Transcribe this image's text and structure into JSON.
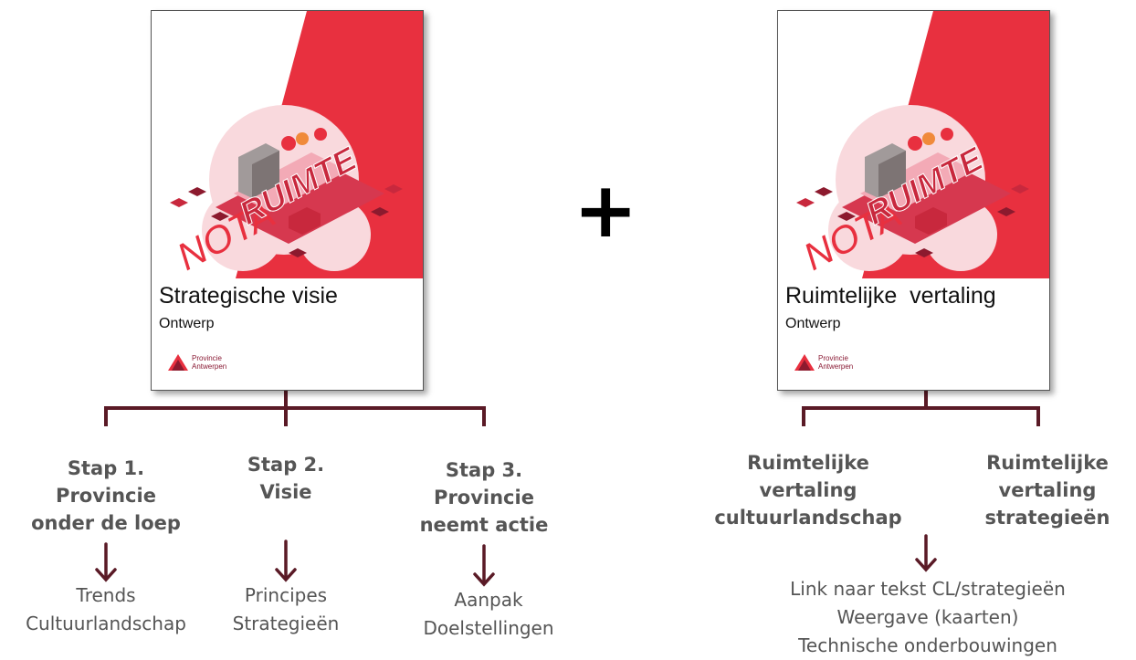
{
  "plus_sign": "+",
  "left_cover": {
    "nota_word": "NOTA",
    "ruimte_word": "RUIMTE",
    "title": "Strategische visie",
    "subtitle": "Ontwerp",
    "logo_line1": "Provincie",
    "logo_line2": "Antwerpen"
  },
  "right_cover": {
    "nota_word": "NOTA",
    "ruimte_word": "RUIMTE",
    "title": "Ruimtelijke  vertaling",
    "subtitle": "Ontwerp",
    "logo_line1": "Provincie",
    "logo_line2": "Antwerpen"
  },
  "left_steps": [
    {
      "lines": [
        "Stap 1.",
        "Provincie",
        "onder de loep"
      ],
      "results": [
        "Trends",
        "Cultuurlandschap"
      ]
    },
    {
      "lines": [
        "Stap 2.",
        "Visie"
      ],
      "results": [
        "Principes",
        "Strategieën"
      ]
    },
    {
      "lines": [
        "Stap 3.",
        "Provincie",
        "neemt actie"
      ],
      "results": [
        "Aanpak",
        "Doelstellingen"
      ]
    }
  ],
  "right_steps": [
    {
      "lines": [
        "Ruimtelijke",
        "vertaling",
        "cultuurlandschap"
      ]
    },
    {
      "lines": [
        "Ruimtelijke",
        "vertaling",
        "strategieën"
      ]
    }
  ],
  "right_results": [
    "Link naar tekst CL/strategieën",
    "Weergave (kaarten)",
    "Technische onderbouwingen"
  ],
  "colors": {
    "connector": "#5a1a26",
    "cover_red": "#e8303f",
    "circle_pink": "#f9d9dd",
    "dark_red": "#8c1a2e",
    "step_text": "#555555"
  }
}
